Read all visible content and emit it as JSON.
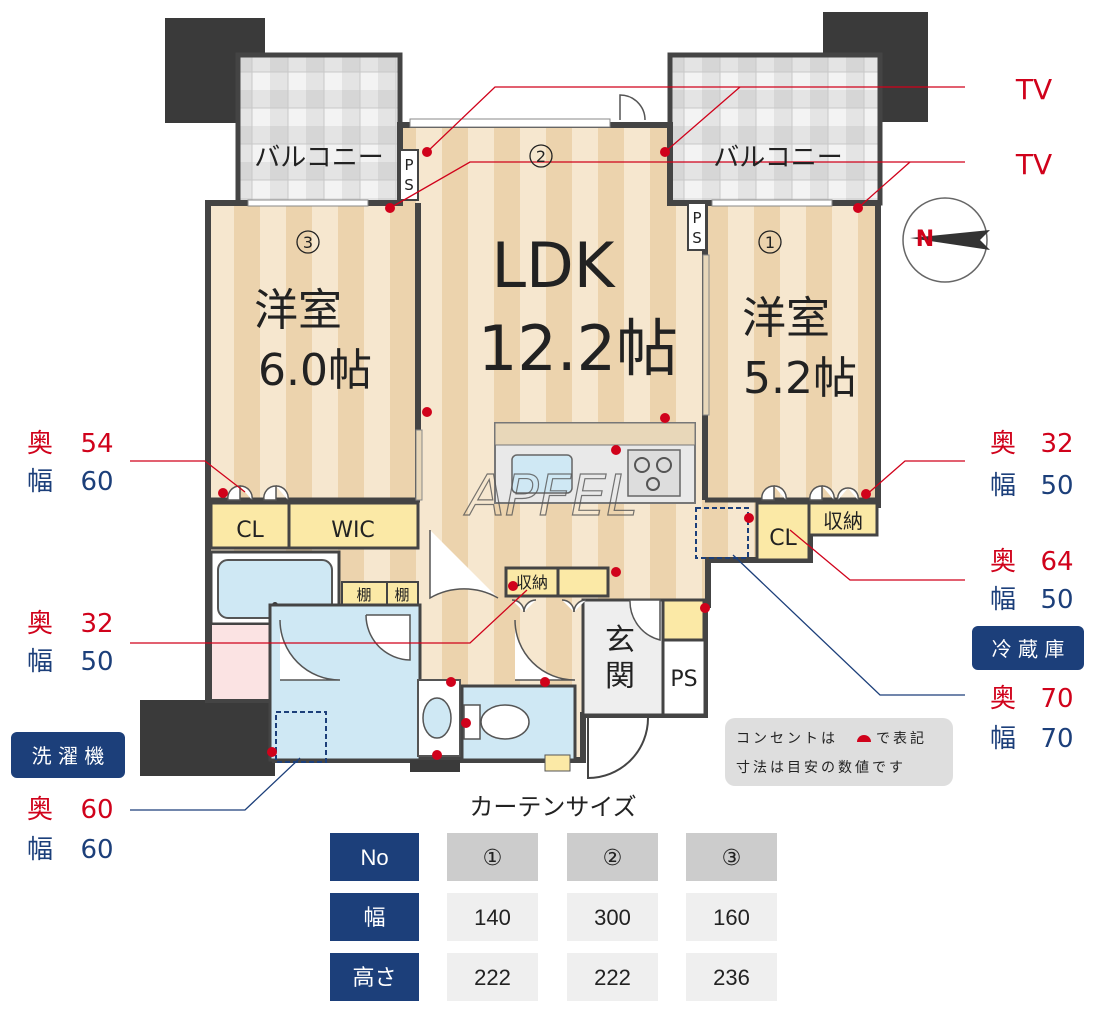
{
  "labels": {
    "tv_top": "TV",
    "tv_second": "TV",
    "balcony_left": "バルコニー",
    "balcony_right": "バルコニー",
    "ps_left": "PS",
    "ps_right": "PS",
    "ps_entrance": "PS",
    "marker_1": "①",
    "marker_2": "②",
    "marker_3": "③",
    "ldk_name": "LDK",
    "ldk_size": "12.2帖",
    "room3_name": "洋室",
    "room3_size": "6.0帖",
    "room1_name": "洋室",
    "room1_size": "5.2帖",
    "cl_left": "CL",
    "wic": "WIC",
    "cl_right": "CL",
    "storage_right": "収納",
    "storage_center": "収納",
    "shelf_1": "棚",
    "shelf_2": "棚",
    "entrance": "玄関",
    "watermark": "APFEL",
    "fridge_badge": "冷 蔵 庫",
    "washer_badge": "洗 濯 機",
    "legend_line1_pre": "コンセントは",
    "legend_line1_post": "で表記",
    "legend_line2": "寸法は目安の数値です"
  },
  "dimensions": {
    "left_upper": {
      "depth_label": "奥",
      "depth": "54",
      "width_label": "幅",
      "width": "60"
    },
    "left_middle": {
      "depth_label": "奥",
      "depth": "32",
      "width_label": "幅",
      "width": "50"
    },
    "left_lower": {
      "depth_label": "奥",
      "depth": "60",
      "width_label": "幅",
      "width": "60"
    },
    "right_upper": {
      "depth_label": "奥",
      "depth": "32",
      "width_label": "幅",
      "width": "50"
    },
    "right_middle": {
      "depth_label": "奥",
      "depth": "64",
      "width_label": "幅",
      "width": "50"
    },
    "right_lower": {
      "depth_label": "奥",
      "depth": "70",
      "width_label": "幅",
      "width": "70"
    }
  },
  "curtain": {
    "title": "カーテンサイズ",
    "headers": [
      "No",
      "①",
      "②",
      "③"
    ],
    "rows": [
      {
        "label": "幅",
        "values": [
          "140",
          "300",
          "160"
        ]
      },
      {
        "label": "高さ",
        "values": [
          "222",
          "222",
          "236"
        ]
      }
    ]
  },
  "colors": {
    "navy": "#1c3f7a",
    "red": "#d0021b",
    "wood_light": "#f6e7cf",
    "wood_dark": "#ecd3ad",
    "storage": "#fbe9a6",
    "wet": "#cfe8f4",
    "wall": "#444444",
    "dark_block": "#3a3a3a",
    "table_header": "#cccccc",
    "table_cell": "#efefef"
  }
}
